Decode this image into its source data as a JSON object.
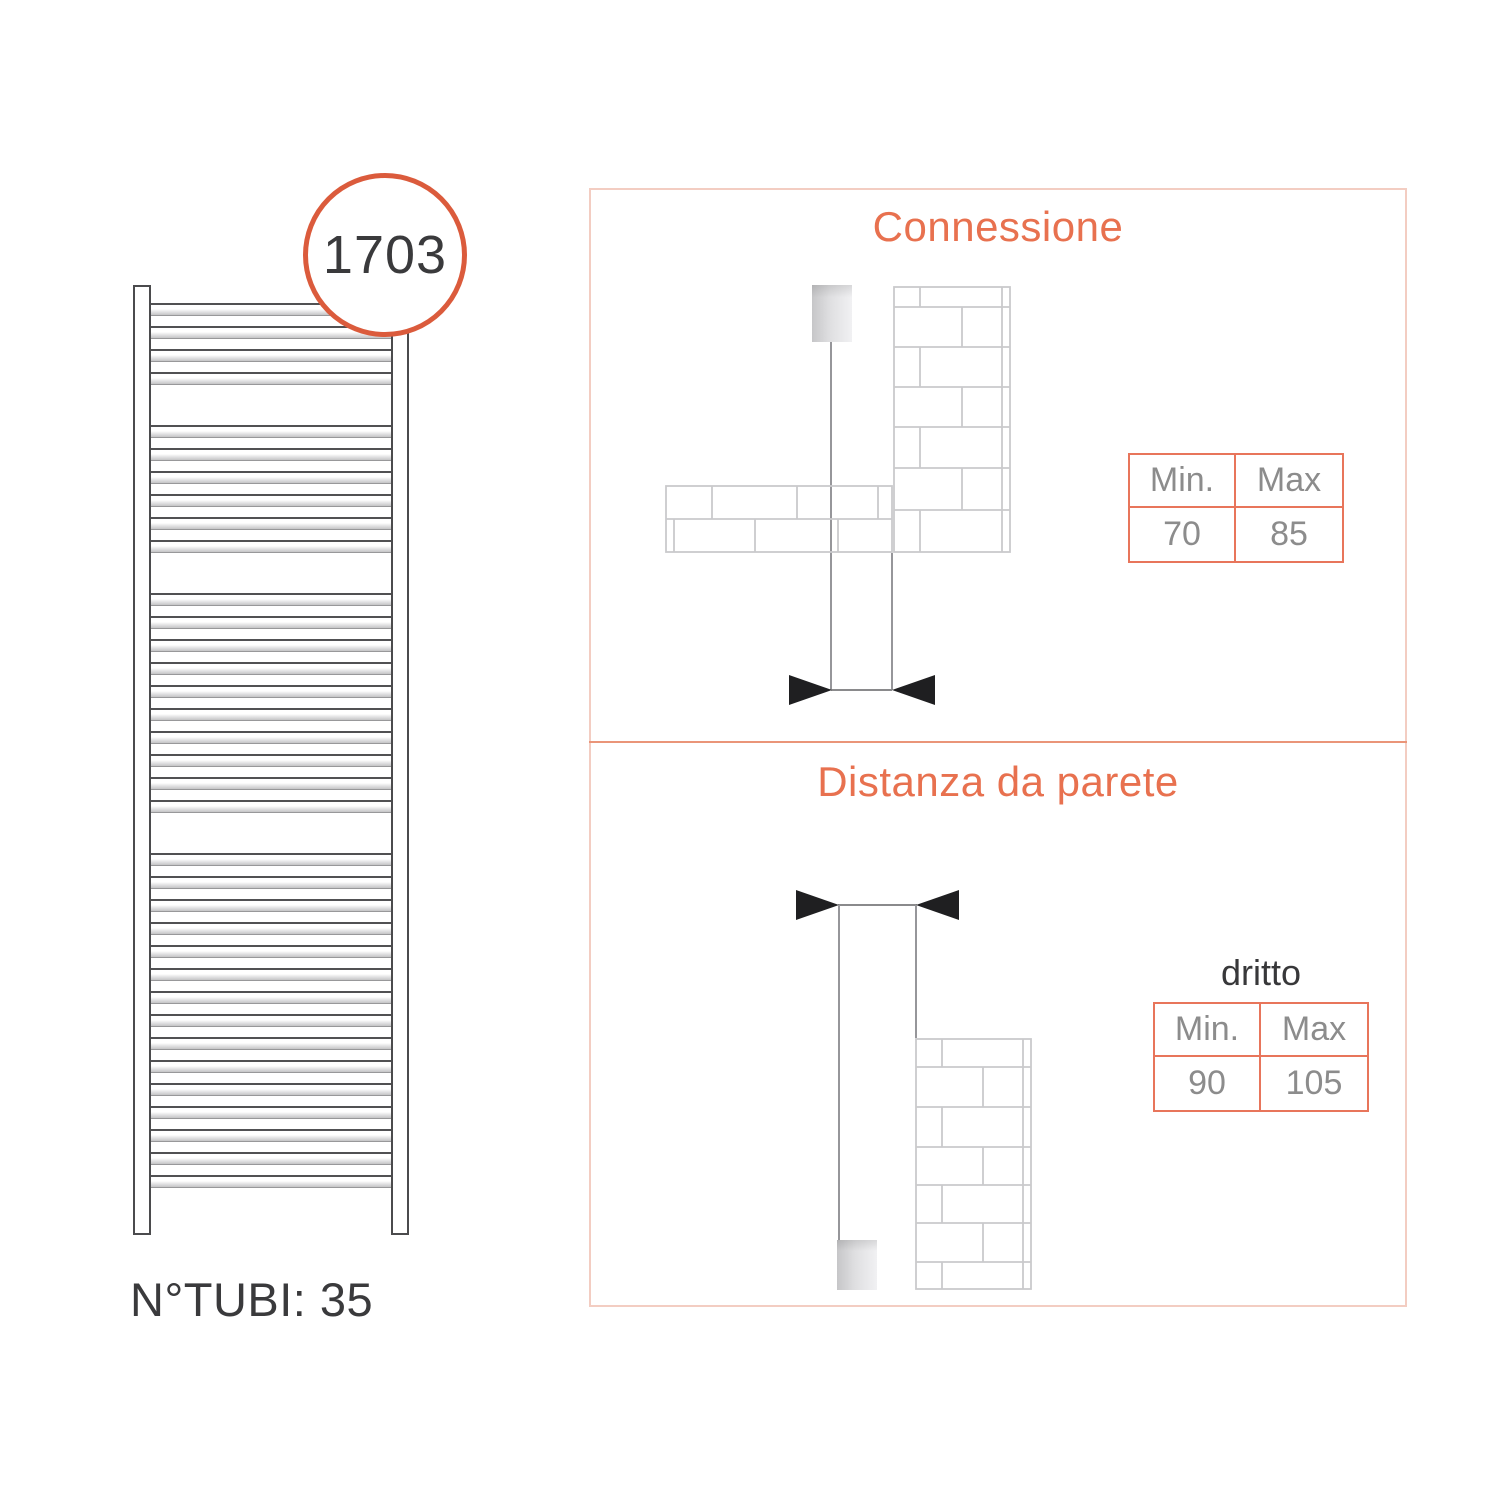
{
  "left_figure": {
    "height_badge": "1703",
    "tube_count_label": "N°TUBI: 35",
    "tube_count": 35,
    "tube_groups": [
      4,
      6,
      10,
      15
    ]
  },
  "panels": {
    "connection": {
      "title": "Connessione",
      "table": {
        "headers": [
          "Min.",
          "Max"
        ],
        "values": [
          "70",
          "85"
        ]
      }
    },
    "wall_distance": {
      "title": "Distanza da parete",
      "variant_label": "dritto",
      "table": {
        "headers": [
          "Min.",
          "Max"
        ],
        "values": [
          "90",
          "105"
        ]
      }
    }
  },
  "colors": {
    "accent_circle": "#DB5B3C",
    "title_text": "#E8714F",
    "table_border": "#E8755B",
    "panel_border": "#F3CDC2",
    "panel_divider": "#EA9579",
    "dark_text": "#3A3A3C",
    "gray_text": "#8C8C8C",
    "diagram_line": "#96969A",
    "brick_line": "#CACACC",
    "arrow_black": "#1F1F21"
  }
}
